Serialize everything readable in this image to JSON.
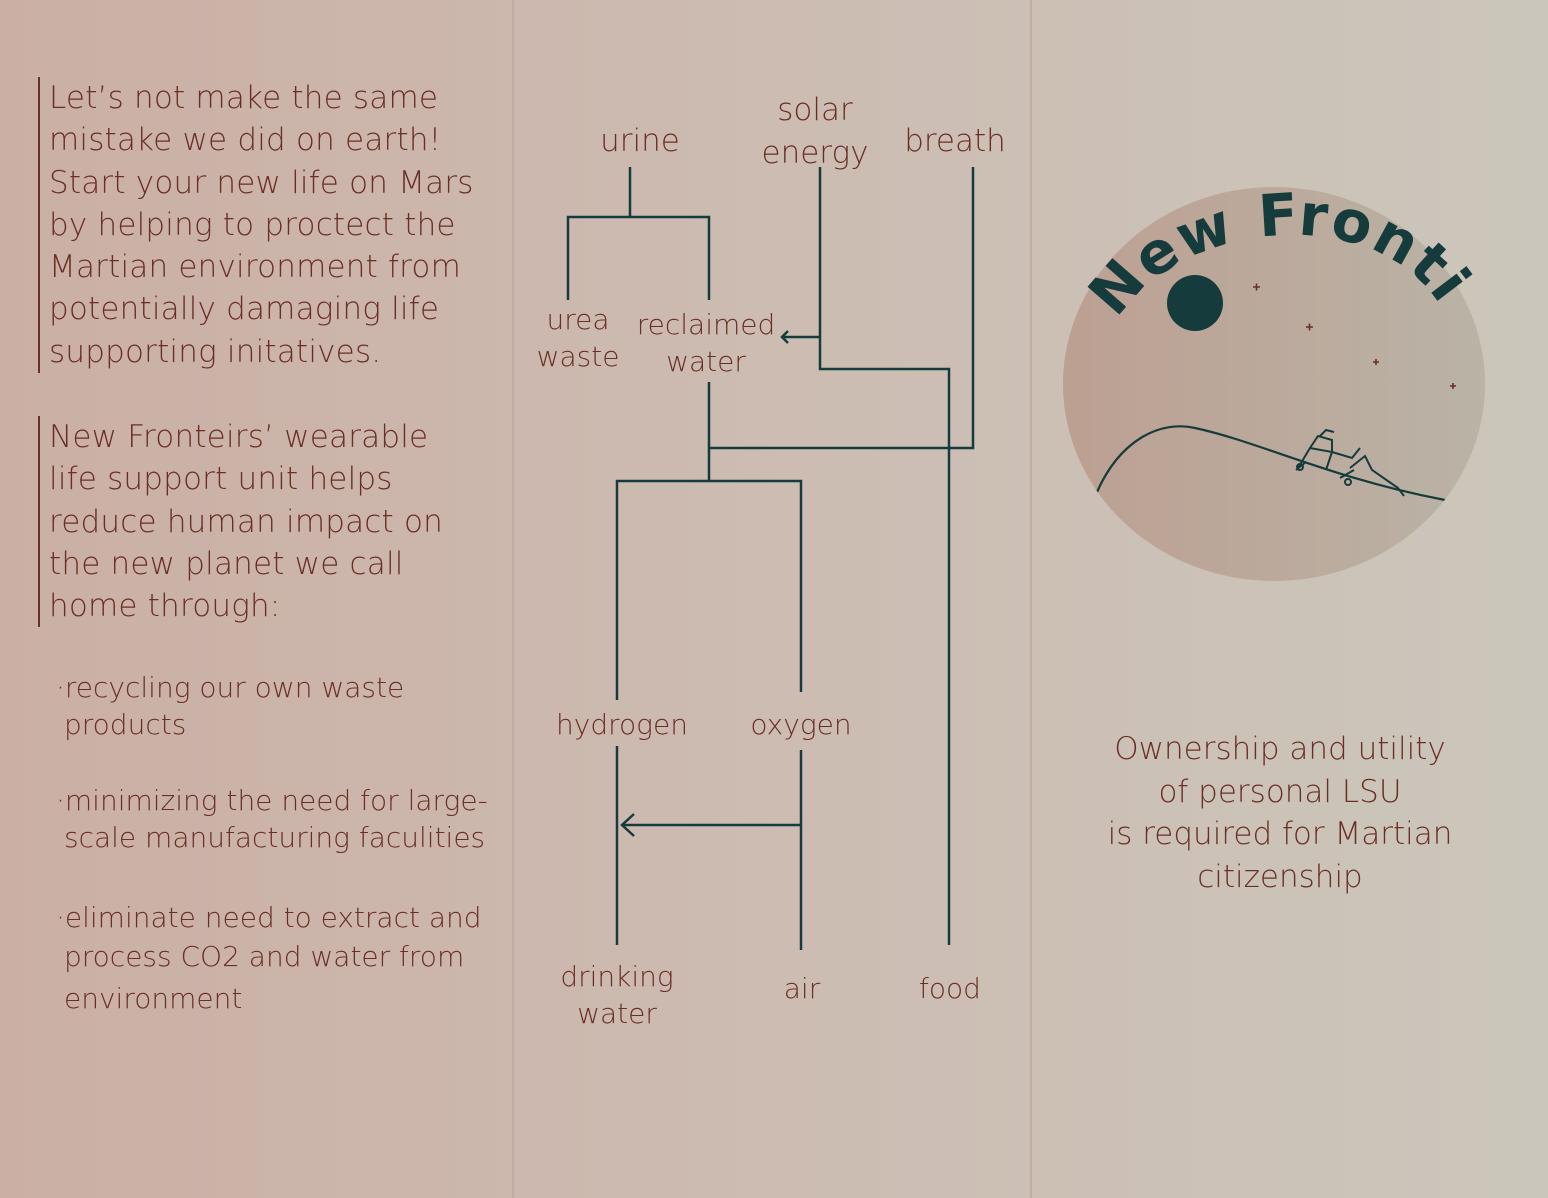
{
  "left": {
    "para1": [
      "Let’s not make the same",
      "mistake we did on earth!",
      "Start your new life on Mars",
      "by helping to proctect the",
      "Martian environment from",
      "potentially damaging life",
      "supporting initatives."
    ],
    "para2": [
      "New Fronteirs’ wearable",
      "life support unit helps",
      "reduce human impact on",
      "the new planet we call",
      "home through:"
    ],
    "bullets": [
      {
        "first": "·recycling our own waste",
        "rest": "products"
      },
      {
        "first": "·minimizing the need for large-",
        "rest": "scale manufacturing faculities"
      },
      {
        "first": "·eliminate need to extract and",
        "rest": "process  CO2 and water from environment"
      }
    ]
  },
  "diagram": {
    "urine": "urine",
    "solar": "solar\nenergy",
    "breath": "breath",
    "urea": "urea\nwaste",
    "reclaimed": "reclaimed\nwater",
    "hydrogen": "hydrogen",
    "oxygen": "oxygen",
    "drinking": "drinking\nwater",
    "air": "air",
    "food": "food"
  },
  "right": {
    "logo_title": "New Frontiers",
    "note": [
      "Ownership and utility",
      "of personal LSU",
      "is required for Martian",
      "citizenship"
    ]
  },
  "colors": {
    "text": "#6b2e24",
    "line": "#163b3c",
    "circle_left": "#bca092",
    "circle_right": "#bab3a6"
  }
}
